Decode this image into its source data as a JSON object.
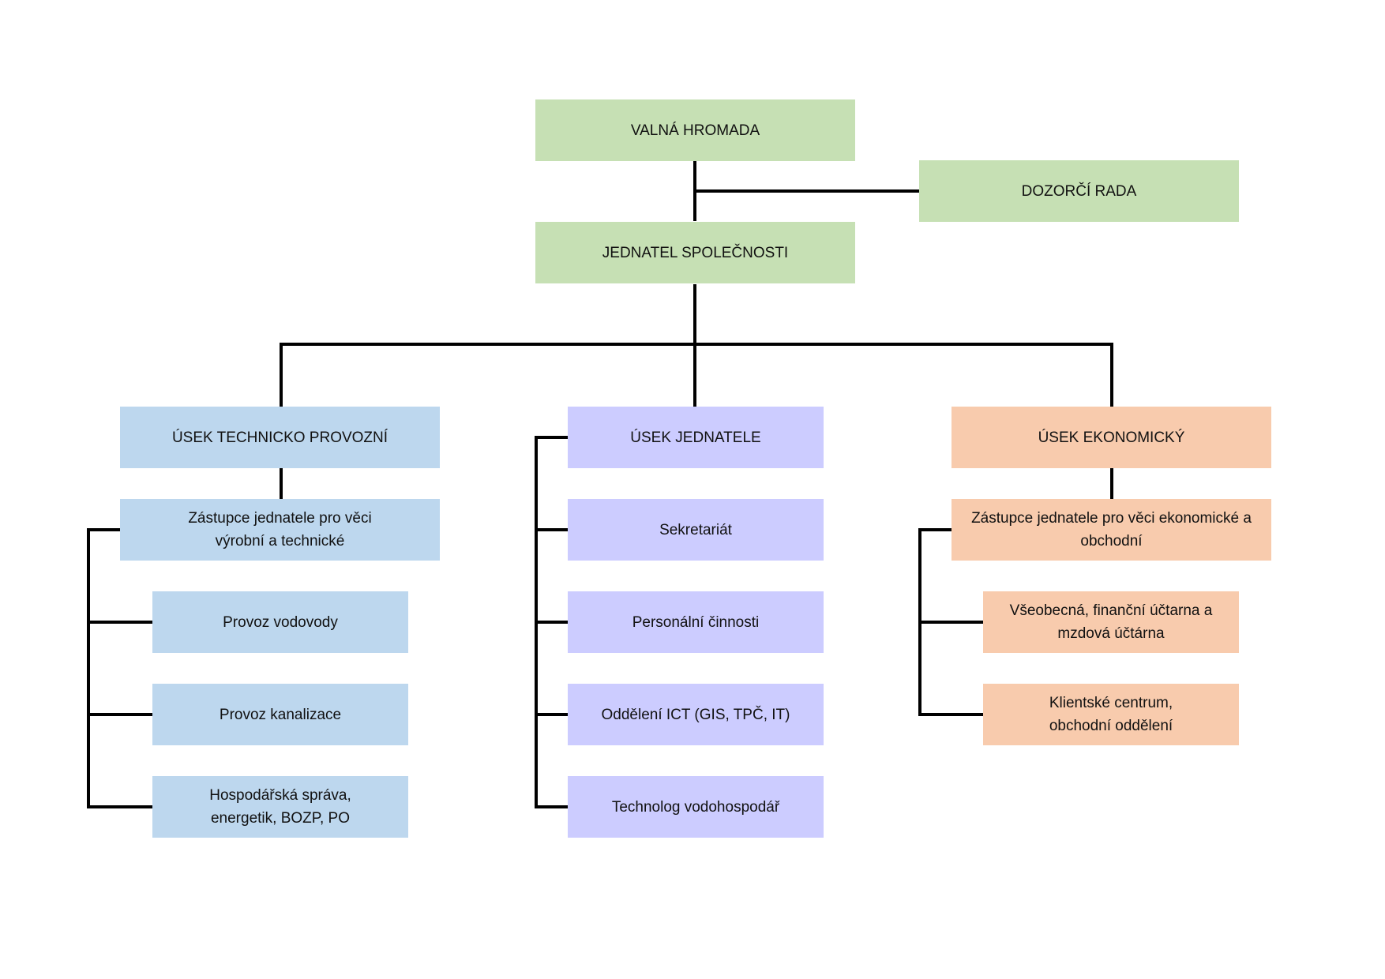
{
  "colors": {
    "governance": "#c6e0b4",
    "technical": "#bdd7ee",
    "executive": "#ccccff",
    "economic": "#f8cbad",
    "connector": "#000000"
  },
  "governance": {
    "general_meeting": "VALNÁ HROMADA",
    "supervisory_board": "DOZORČÍ RADA",
    "managing_director": "JEDNATEL SPOLEČNOSTI"
  },
  "technical": {
    "title": "ÚSEK TECHNICKO PROVOZNÍ",
    "deputy": "Zástupce jednatele pro věci\nvýrobní a technické",
    "units": [
      "Provoz vodovody",
      "Provoz kanalizace",
      "Hospodářská správa,\nenergetik, BOZP, PO"
    ]
  },
  "executive": {
    "title": "ÚSEK JEDNATELE",
    "units": [
      "Sekretariát",
      "Personální činnosti",
      "Oddělení ICT (GIS, TPČ, IT)",
      "Technolog vodohospodář"
    ]
  },
  "economic": {
    "title": "ÚSEK EKONOMICKÝ",
    "deputy": "Zástupce jednatele pro věci ekonomické a\nobchodní",
    "units": [
      "Všeobecná, finanční účtarna a\nmzdová účtárna",
      "Klientské centrum,\nobchodní oddělení"
    ]
  }
}
